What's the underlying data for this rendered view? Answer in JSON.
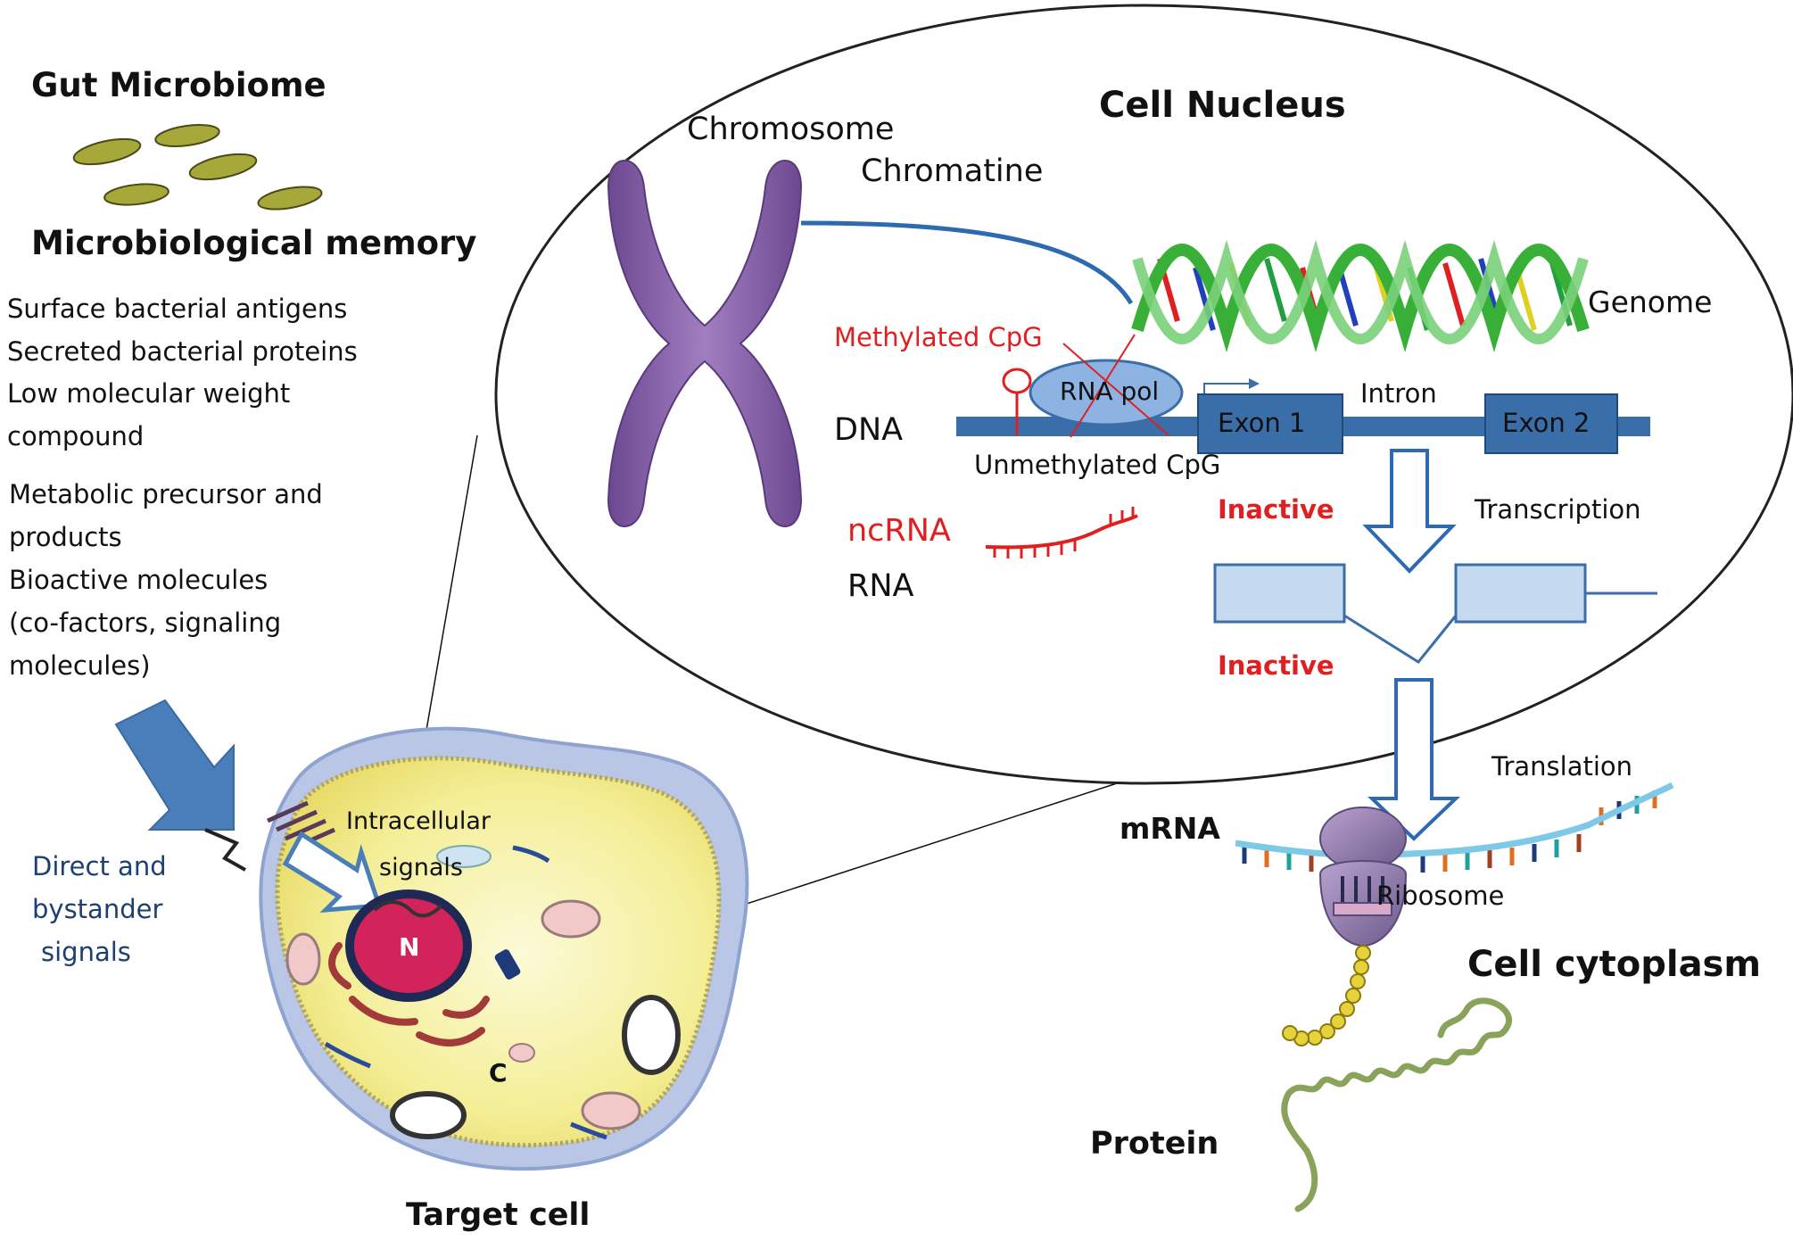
{
  "gut_microbiome": {
    "title": "Gut Microbiome",
    "memory_title": "Microbiological memory",
    "factors": [
      "Surface bacterial antigens",
      "Secreted bacterial proteins",
      "Low molecular weight",
      "compound",
      "Metabolic precursor and",
      "products",
      "Bioactive molecules",
      "(co-factors, signaling",
      "molecules)"
    ],
    "signals_label": [
      "Direct  and",
      "bystander",
      "signals"
    ]
  },
  "target_cell": {
    "label": "Target cell",
    "intracellular_label": [
      "Intracellular",
      "signals"
    ],
    "nucleus_letter": "N",
    "cytoplasm_letter": "C"
  },
  "nucleus": {
    "title": "Cell Nucleus",
    "chromosome": "Chromosome",
    "chromatine": "Chromatine",
    "genome": "Genome",
    "methylated": "Methylated CpG",
    "rna_pol": "RNA pol",
    "dna": "DNA",
    "exon1": "Exon 1",
    "intron": "Intron",
    "exon2": "Exon 2",
    "unmethylated": "Unmethylated CpG",
    "inactive_1": "Inactive",
    "transcription": "Transcription",
    "ncrna": "ncRNA",
    "rna": "RNA",
    "inactive_2": "Inactive"
  },
  "cytoplasm": {
    "translation": "Translation",
    "mrna": "mRNA",
    "ribosome": "Ribosome",
    "title": "Cell cytoplasm",
    "protein": "Protein"
  },
  "colors": {
    "dna_bar": "#3a6ea8",
    "exon_fill": "#3a6ea8",
    "box_fill": "#c5d9f1",
    "chromosome": "#8a63a8",
    "red_text": "#e02020",
    "cell_fill": "#f6f2a8",
    "cell_membrane": "#a9b8dc",
    "nucleus_fill": "#d2235a",
    "arrow_blue": "#4a7ebb"
  }
}
